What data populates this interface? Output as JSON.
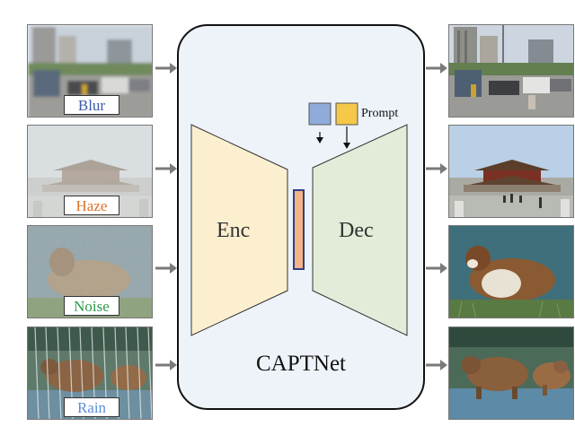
{
  "model": {
    "name": "CAPTNet",
    "encoder_label": "Enc",
    "decoder_label": "Dec",
    "prompt_label": "Prompt"
  },
  "inputs": [
    {
      "label": "Blur",
      "label_color": "#3b5aa7"
    },
    {
      "label": "Haze",
      "label_color": "#d9742a"
    },
    {
      "label": "Noise",
      "label_color": "#2e9a4a"
    },
    {
      "label": "Rain",
      "label_color": "#5b8fd6"
    }
  ],
  "colors": {
    "container_bg": "#eef3fa",
    "encoder_fill": "#fcefcf",
    "decoder_fill": "#e2ecd8",
    "bottleneck_fill": "#f5b487",
    "bottleneck_stroke": "#2f3f86",
    "prompt_blue": "#8fabd9",
    "prompt_yellow": "#f5c84a",
    "arrow": "#7a7a7a"
  }
}
